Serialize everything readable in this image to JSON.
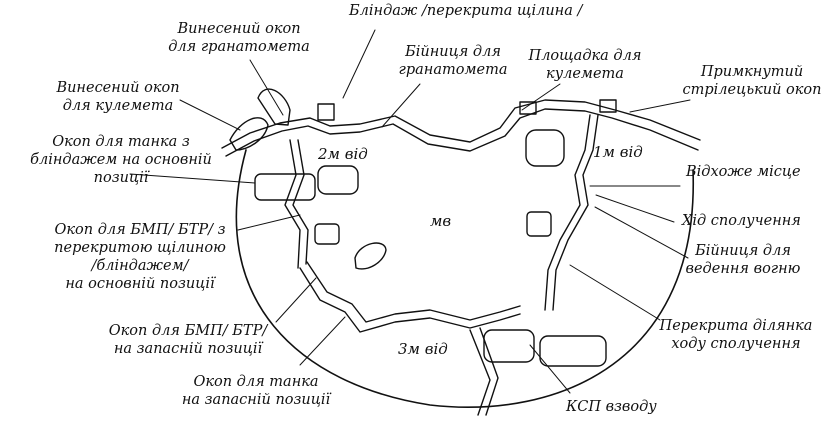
{
  "labels": {
    "blindage": "Бліндаж /перекрита щілина /",
    "outpost_grenade": [
      "Винесений окоп",
      "для гранатомета"
    ],
    "embrasure_grenade": [
      "Бійниця для",
      "гранатомета"
    ],
    "mg_platform": [
      "Площадка для",
      "кулемета"
    ],
    "adjoining_trench": [
      "Примкнутий",
      "стрілецький окоп"
    ],
    "outpost_mg": [
      "Винесений окоп",
      "для кулемета"
    ],
    "tank_main": [
      "Окоп для танка з",
      "бліндажем на основній",
      "позиції"
    ],
    "latrine": "Відхоже місце",
    "comm_trench": "Хід сполучення",
    "embrasure_fire": [
      "Бійниця для",
      "ведення вогню"
    ],
    "ifv_main": [
      "Окоп для БМП/ БТР/ з",
      "перекритою щілиною",
      "/бліндажем/",
      "на основній позиції"
    ],
    "covered_section": [
      "Перекрита ділянка",
      "ходу сполучення"
    ],
    "ifv_reserve": [
      "Окоп для БМП/ БТР/",
      "на запасній позиції"
    ],
    "tank_reserve": [
      "Окоп для танка",
      "на запасній позиції"
    ],
    "platoon_cp": "КСП взводу"
  },
  "zones": {
    "z1": "1м від",
    "z2": "2м від",
    "z3": "3м від",
    "center": "мв"
  },
  "colors": {
    "ink": "#111111",
    "paper": "#ffffff"
  }
}
